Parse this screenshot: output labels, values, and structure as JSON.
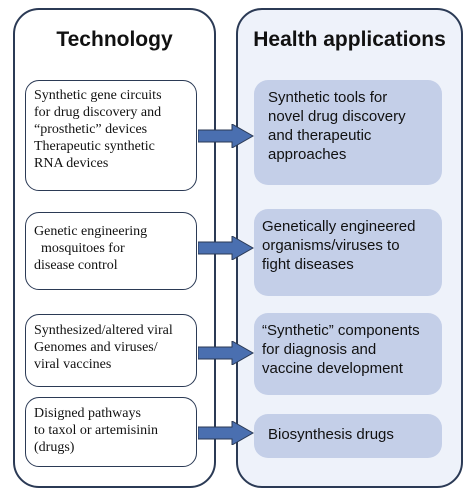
{
  "technology": {
    "title": "Technology",
    "items": [
      {
        "lines": [
          "Synthetic gene circuits",
          "for drug discovery and",
          "“prosthetic” devices",
          "Therapeutic synthetic",
          "RNA devices"
        ]
      },
      {
        "lines": [
          "Genetic engineering",
          "  mosquitoes for",
          "disease control"
        ]
      },
      {
        "lines": [
          "Synthesized/altered viral",
          "Genomes and viruses/",
          "viral vaccines"
        ]
      },
      {
        "lines": [
          "Disigned pathways",
          "to taxol or artemisinin",
          "(drugs)"
        ]
      }
    ]
  },
  "health": {
    "title": "Health applications",
    "items": [
      {
        "lines": [
          "Synthetic tools for",
          "novel drug discovery",
          "and therapeutic",
          "approaches"
        ]
      },
      {
        "lines": [
          "Genetically engineered",
          "organisms/viruses to",
          "fight diseases"
        ]
      },
      {
        "lines": [
          "“Synthetic” components",
          "for diagnosis and",
          "vaccine development"
        ]
      },
      {
        "lines": [
          "Biosynthesis drugs"
        ]
      }
    ]
  },
  "colors": {
    "border": "#2b3a55",
    "health_box_fill": "#c4cfe8",
    "arrow_fill": "#4a6fb0"
  }
}
